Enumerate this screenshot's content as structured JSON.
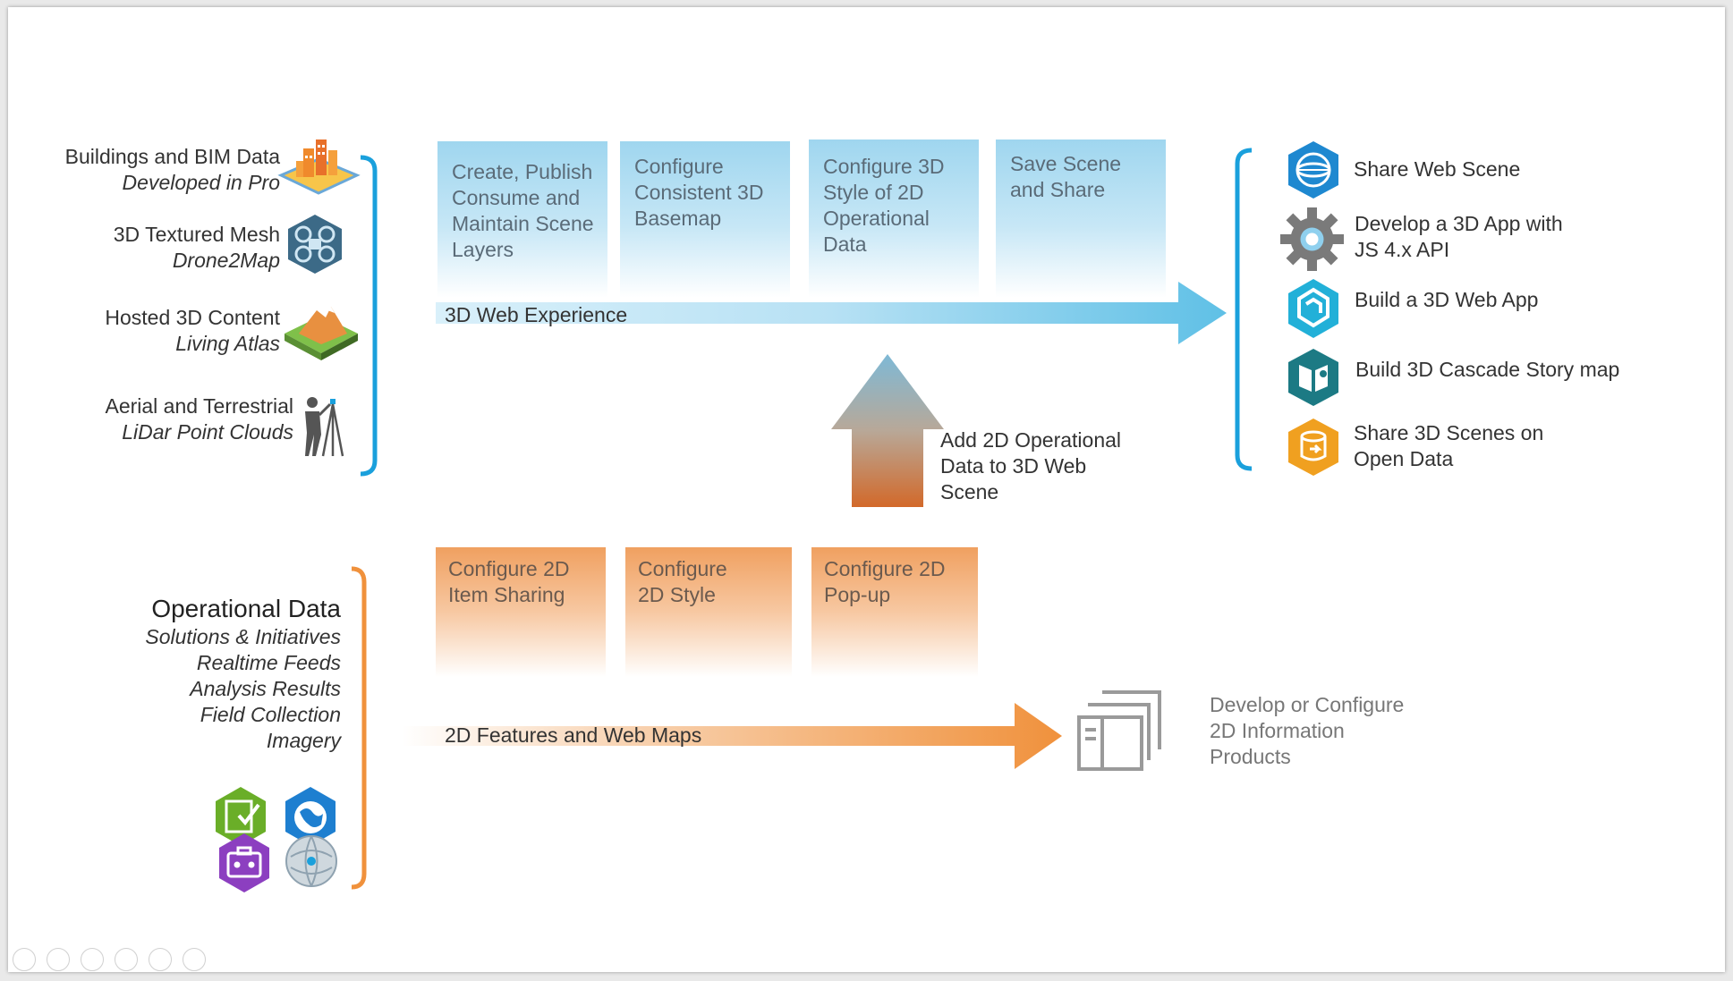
{
  "sources": [
    {
      "title": "Buildings and BIM Data",
      "subtitle": "Developed in Pro",
      "icon": "city-buildings-icon"
    },
    {
      "title": "3D Textured Mesh",
      "subtitle": "Drone2Map",
      "icon": "drone-icon"
    },
    {
      "title": "Hosted 3D Content",
      "subtitle": "Living Atlas",
      "icon": "terrain-icon"
    },
    {
      "title": "Aerial and Terrestrial",
      "subtitle": "LiDar Point Clouds",
      "icon": "surveyor-icon"
    }
  ],
  "steps_3d": [
    "Create, Publish Consume and Maintain Scene Layers",
    "Configure Consistent 3D Basemap",
    "Configure 3D Style of 2D Operational Data",
    "Save Scene and Share"
  ],
  "arrow_3d_label": "3D Web Experience",
  "up_arrow_label": "Add 2D Operational Data to 3D Web Scene",
  "outputs_3d": [
    {
      "label": "Share Web Scene",
      "icon": "web-scene-globe-icon"
    },
    {
      "label": "Develop a 3D App with JS 4.x API",
      "icon": "gear-icon"
    },
    {
      "label": "Build a 3D Web App",
      "icon": "web-appbuilder-icon"
    },
    {
      "label": "Build 3D Cascade Story map",
      "icon": "story-map-icon"
    },
    {
      "label": "Share 3D Scenes on Open Data",
      "icon": "open-data-icon"
    }
  ],
  "operational": {
    "title": "Operational Data",
    "items": [
      "Solutions & Initiatives",
      "Realtime Feeds",
      "Analysis Results",
      "Field Collection",
      "Imagery"
    ]
  },
  "steps_2d": [
    "Configure 2D Item Sharing",
    "Configure 2D Style",
    "Configure 2D Pop-up"
  ],
  "arrow_2d_label": "2D Features and Web Maps",
  "output_2d": "Develop or Configure 2D Information Products",
  "colors": {
    "blue": "#1aa0dc",
    "orange": "#f0913c",
    "grey": "#9a9a9a"
  }
}
